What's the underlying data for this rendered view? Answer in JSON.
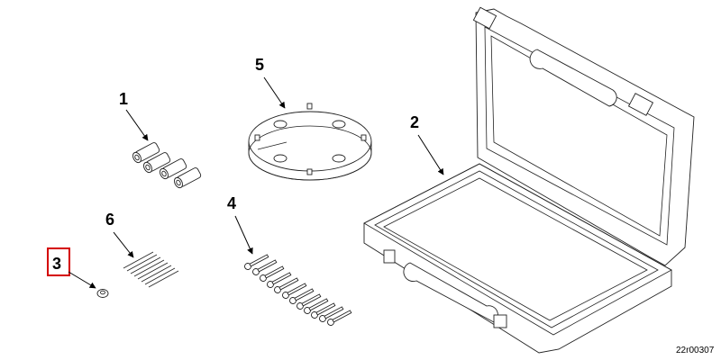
{
  "callouts": {
    "c1": "1",
    "c2": "2",
    "c3": "3",
    "c4": "4",
    "c5": "5",
    "c6": "6"
  },
  "highlight_color": "#d40000",
  "document_id": "22r00307"
}
